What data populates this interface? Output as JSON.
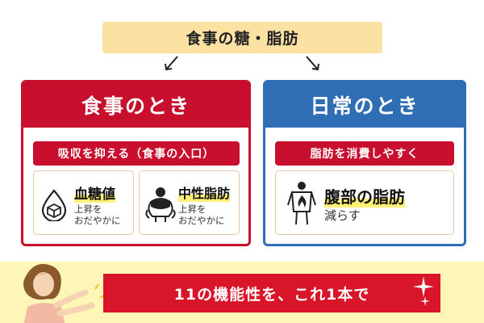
{
  "title": "食事の糖・脂肪",
  "left_panel": {
    "header": "食事のとき",
    "subheader": "吸収を抑える（食事の入口）",
    "cards": [
      {
        "title": "血糖値",
        "line1": "上昇を",
        "line2": "おだやかに"
      },
      {
        "title": "中性脂肪",
        "line1": "上昇を",
        "line2": "おだやかに"
      }
    ]
  },
  "right_panel": {
    "header": "日常のとき",
    "subheader": "脂肪を消費しやすく",
    "card": {
      "title": "腹部の脂肪",
      "sub": "減らす"
    }
  },
  "cta": "11の機能性を、これ1本で",
  "colors": {
    "red": "#c8102e",
    "blue": "#2f6db5",
    "cream": "#fbe2a3",
    "band": "#fdf6b6",
    "highlight": "#fff176"
  }
}
